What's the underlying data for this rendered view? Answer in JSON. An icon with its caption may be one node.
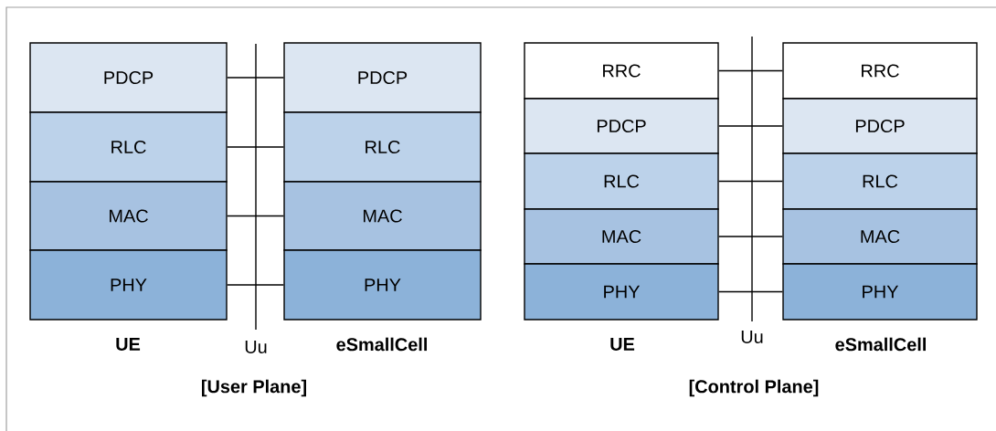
{
  "diagram": {
    "nodes": [
      {
        "text": [
          "PDCP"
        ]
      },
      {
        "text": [
          "RLC"
        ]
      },
      {
        "text": [
          "MAC"
        ]
      },
      {
        "text": [
          "PHY"
        ]
      },
      {
        "text": [
          "PDCP"
        ]
      },
      {
        "text": [
          "RLC"
        ]
      },
      {
        "text": [
          "MAC"
        ]
      },
      {
        "text": [
          "PHY"
        ]
      },
      {
        "text": [
          "RRC"
        ]
      },
      {
        "text": [
          "PDCP"
        ]
      },
      {
        "text": [
          "RLC"
        ]
      },
      {
        "text": [
          "MAC"
        ]
      },
      {
        "text": [
          "PHY"
        ]
      },
      {
        "text": [
          "RRC"
        ]
      },
      {
        "text": [
          "PDCP"
        ]
      },
      {
        "text": [
          "RLC"
        ]
      },
      {
        "text": [
          "MAC"
        ]
      },
      {
        "text": [
          "PHY"
        ]
      }
    ],
    "edges": [
      {
        "from": 0,
        "to": 4,
        "arrow": "none"
      },
      {
        "from": 1,
        "to": 5,
        "arrow": "none"
      },
      {
        "from": 2,
        "to": 6,
        "arrow": "none"
      },
      {
        "from": 3,
        "to": 7,
        "arrow": "none"
      },
      {
        "from": 8,
        "to": 13,
        "arrow": "none"
      },
      {
        "from": 9,
        "to": 14,
        "arrow": "none"
      },
      {
        "from": 10,
        "to": 15,
        "arrow": "none"
      },
      {
        "from": 11,
        "to": 16,
        "arrow": "none"
      },
      {
        "from": 12,
        "to": 17,
        "arrow": "none"
      }
    ],
    "labels": [
      "UE",
      "Uu",
      "eSmallCell",
      "[User Plane]",
      "UE",
      "Uu",
      "eSmallCell",
      "[Control Plane]"
    ]
  }
}
